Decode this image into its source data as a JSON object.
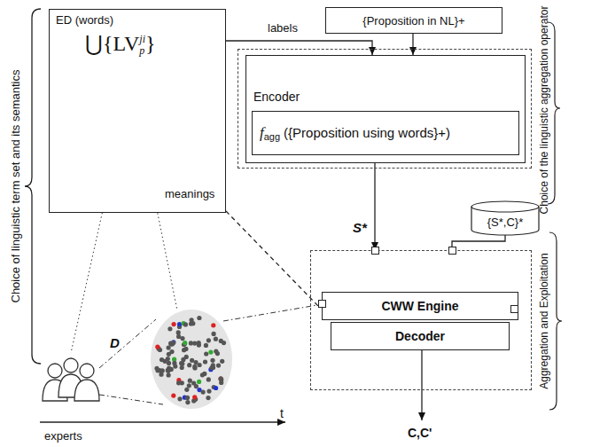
{
  "diagram": {
    "nodes": [
      {
        "text": [
          "ED (words)",
          "⋃{LV",
          "ji",
          "p",
          "}",
          "meanings"
        ]
      },
      {
        "text": [
          "{Proposition in NL}+"
        ]
      },
      {
        "text": [
          "Choice of the linguistic aggregation operator"
        ]
      },
      {
        "text": [
          "Encoder"
        ],
        "in": 2
      },
      {
        "text": [
          "f",
          "agg",
          "({Proposition using words}+)"
        ],
        "in": 3
      },
      {
        "text": [
          "{S*,C}*"
        ]
      },
      {
        "text": [
          "Aggregation and Exploitation"
        ]
      },
      {
        "text": [
          "CWW Engine"
        ],
        "in": 6
      },
      {
        "text": [
          "Decoder"
        ],
        "in": 6
      }
    ],
    "edges": [
      {
        "from": 0,
        "to": 3,
        "arrow": "to",
        "label": "labels"
      },
      {
        "from": 1,
        "to": 3,
        "arrow": "to"
      },
      {
        "from": 3,
        "to": 6,
        "arrow": "to",
        "label": "S*"
      },
      {
        "from": 5,
        "to": 6,
        "arrow": "none"
      },
      {
        "from": 0,
        "to": 7,
        "arrow": "none"
      }
    ],
    "labels": [
      "Choice of linguistic term set and its semantics",
      "D",
      "experts",
      "t",
      "C,C'"
    ]
  }
}
